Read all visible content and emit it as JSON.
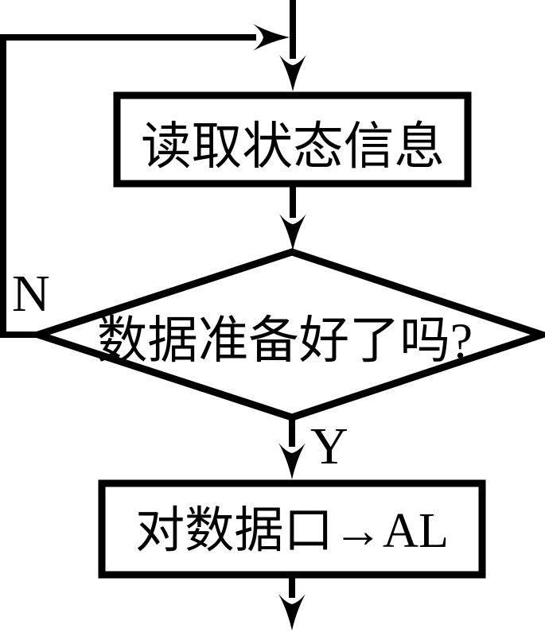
{
  "flowchart": {
    "ink_color": "#000000",
    "background_color": "#ffffff",
    "read_status_label": "读取状态信息",
    "decision_label": "数据准备好了吗?",
    "no_label": "N",
    "yes_label": "Y",
    "output_label": "对数据口→AL"
  }
}
